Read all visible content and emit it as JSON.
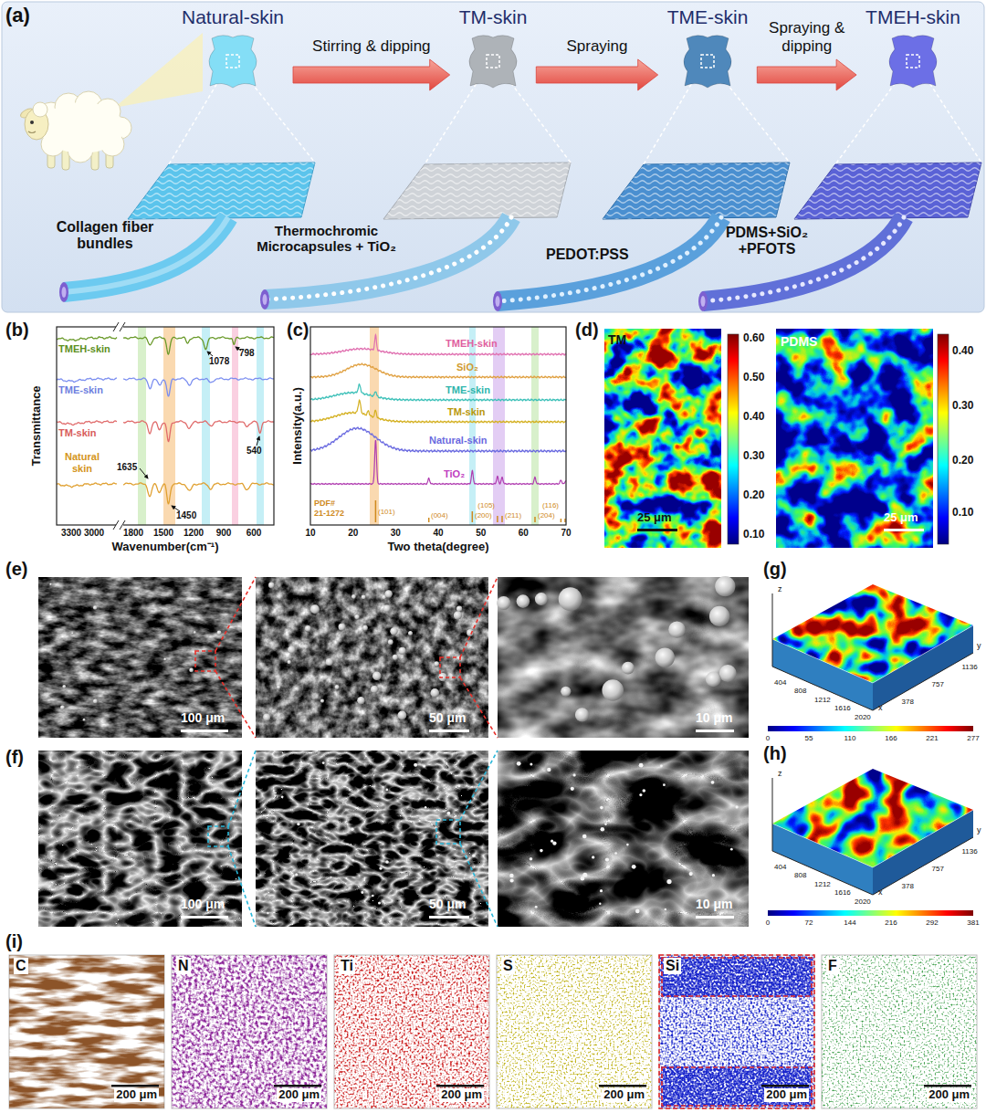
{
  "diagram": {
    "nodes": [
      {
        "text": [
          "Natural-skin"
        ]
      },
      {
        "text": [
          "TM-skin"
        ]
      },
      {
        "text": [
          "TME-skin"
        ]
      },
      {
        "text": [
          "TMEH-skin"
        ]
      }
    ],
    "edges": [
      {
        "from": 0,
        "to": 1,
        "label": "Stirring & dipping",
        "arrow": "to"
      },
      {
        "from": 1,
        "to": 2,
        "label": "Spraying",
        "arrow": "to"
      },
      {
        "from": 2,
        "to": 3,
        "label": "Spraying & dipping",
        "arrow": "to"
      }
    ],
    "labels": [
      "(a)",
      "Collagen fiber bundles",
      "Thermochromic Microcapsules + TiO₂",
      "PEDOT:PSS",
      "PDMS+SiO₂ +PFOTS",
      "(b)",
      "TMEH-skin",
      "TME-skin",
      "TM-skin",
      "Natural skin",
      "1635",
      "1450",
      "1078",
      "798",
      "540",
      "Transmittance",
      "Wavenumber(cm⁻¹)",
      "3300",
      "3000",
      "1800",
      "1500",
      "1200",
      "900",
      "600",
      "(c)",
      "TMEH-skin",
      "SiO₂",
      "TME-skin",
      "TM-skin",
      "Natural-skin",
      "TiO₂",
      "PDF#",
      "21-1272",
      "(101)",
      "(004)",
      "(200)",
      "(105)",
      "(211)",
      "(204)",
      "(116)",
      "Intensity(a.u.)",
      "Two theta(degree)",
      "10",
      "20",
      "30",
      "40",
      "50",
      "60",
      "70",
      "(d)",
      "TM",
      "0.60",
      "0.50",
      "0.40",
      "0.30",
      "0.20",
      "0.10",
      "25 μm",
      "PDMS",
      "0.40",
      "0.30",
      "0.20",
      "0.10",
      "25 μm",
      "(e)",
      "100 μm",
      "50 μm",
      "10 μm",
      "(f)",
      "100 μm",
      "50 μm",
      "10 μm",
      "(g)",
      "z",
      "x",
      "y",
      "404",
      "808",
      "1212",
      "1616",
      "2020",
      "1136",
      "757",
      "378",
      "0",
      "55",
      "110",
      "166",
      "221",
      "277",
      "(h)",
      "z",
      "x",
      "y",
      "404",
      "808",
      "1212",
      "1616",
      "2020",
      "1136",
      "757",
      "378",
      "0",
      "72",
      "144",
      "216",
      "292",
      "381",
      "(i)",
      "C",
      "N",
      "Ti",
      "S",
      "Si",
      "F",
      "200 μm",
      "200 μm",
      "200 μm",
      "200 μm",
      "200 μm",
      "200 μm"
    ]
  }
}
